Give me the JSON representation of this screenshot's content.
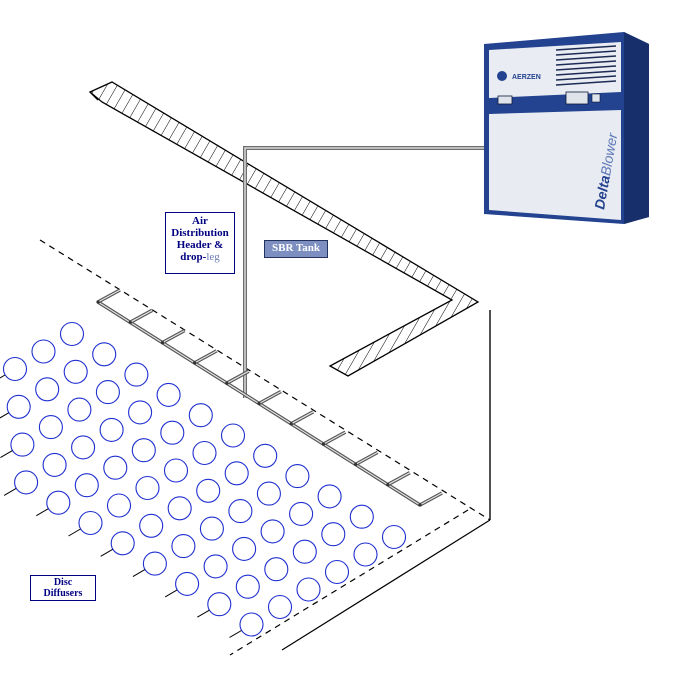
{
  "labels": {
    "air_distribution_line1": "Air",
    "air_distribution_line2": "Distribution",
    "air_distribution_line3": "Header &",
    "air_distribution_line4_a": "drop-",
    "air_distribution_line4_b": "leg",
    "sbr_tank": "SBR Tank",
    "disc_line1": "Disc",
    "disc_line2": "Diffusers"
  },
  "blower": {
    "brand": "AERZEN",
    "model_a": "Delta",
    "model_b": "Blower"
  },
  "colors": {
    "outline": "#000000",
    "diffuser": "#1f2fd0",
    "blower_body": "#213f8c",
    "blower_panel": "#e9ecf2",
    "pipe": "#7a7a7a"
  }
}
